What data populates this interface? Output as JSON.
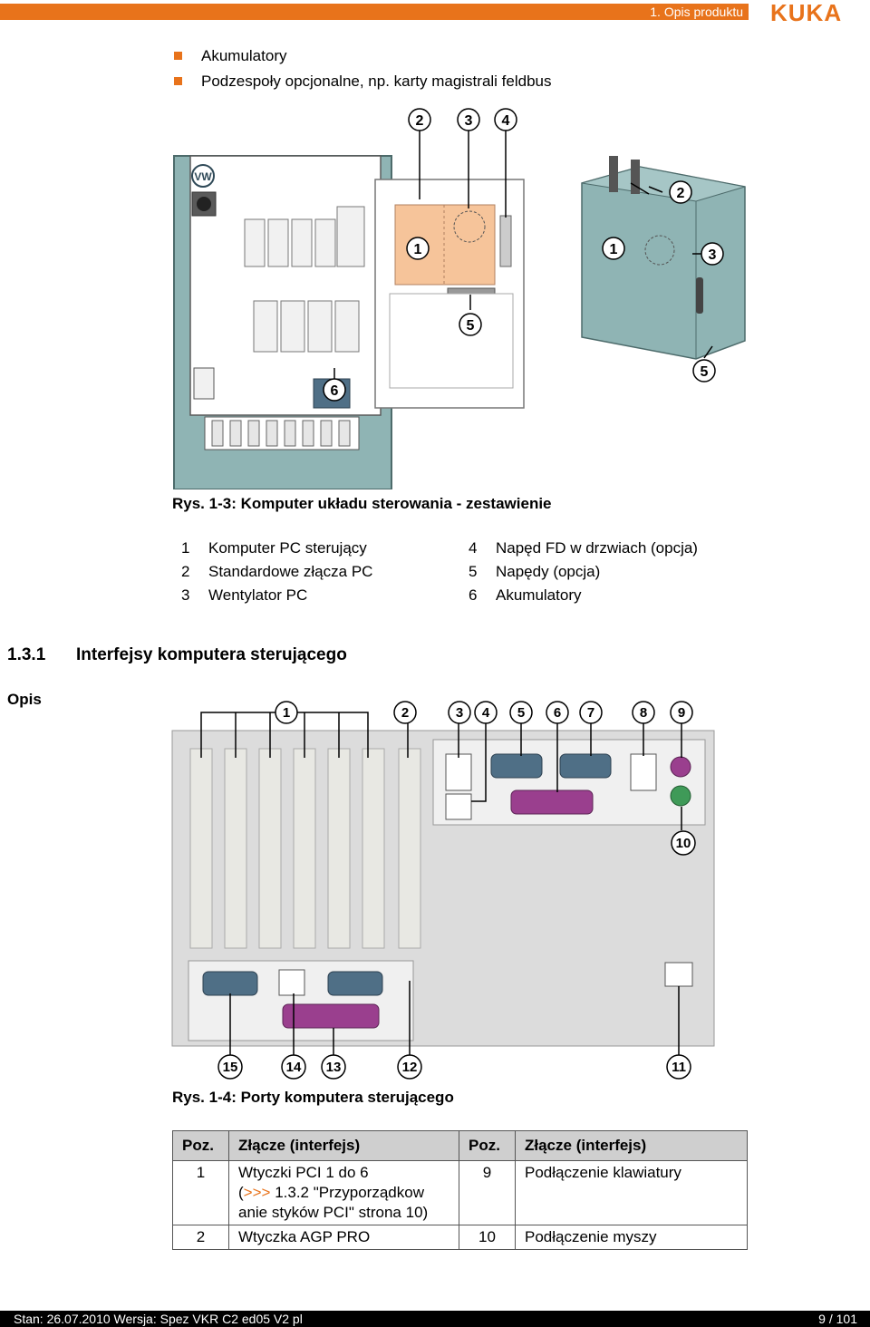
{
  "header": {
    "section": "1. Opis produktu",
    "logo_text": "KUKA"
  },
  "bullets": [
    "Akumulatory",
    "Podzespoły opcjonalne, np. karty magistrali feldbus"
  ],
  "figure1": {
    "caption": "Rys. 1-3: Komputer układu sterowania - zestawienie",
    "callouts": {
      "n1": "1",
      "n2": "2",
      "n3": "3",
      "n4": "4",
      "n5": "5",
      "n6": "6"
    }
  },
  "legend": [
    {
      "num": "1",
      "text": "Komputer PC sterujący"
    },
    {
      "num": "2",
      "text": "Standardowe złącza PC"
    },
    {
      "num": "3",
      "text": "Wentylator PC"
    },
    {
      "num": "4",
      "text": "Napęd FD w drzwiach (opcja)"
    },
    {
      "num": "5",
      "text": "Napędy (opcja)"
    },
    {
      "num": "6",
      "text": "Akumulatory"
    }
  ],
  "section": {
    "number": "1.3.1",
    "title": "Interfejsy komputera sterującego",
    "side_label": "Opis"
  },
  "figure2": {
    "caption": "Rys. 1-4: Porty komputera sterującego",
    "callouts": {
      "n1": "1",
      "n2": "2",
      "n3": "3",
      "n4": "4",
      "n5": "5",
      "n6": "6",
      "n7": "7",
      "n8": "8",
      "n9": "9",
      "n10": "10",
      "n11": "11",
      "n12": "12",
      "n13": "13",
      "n14": "14",
      "n15": "15"
    }
  },
  "table": {
    "headers": [
      "Poz.",
      "Złącze (interfejs)",
      "Poz.",
      "Złącze (interfejs)"
    ],
    "rows": [
      {
        "p1": "1",
        "c1_prefix": "Wtyczki PCI 1 do 6",
        "c1_link": ">>>",
        "c1_suffix": " 1.3.2 \"Przyporządkow anie styków PCI\" strona 10)",
        "p2": "9",
        "c2": "Podłączenie klawiatury"
      },
      {
        "p1": "2",
        "c1": "Wtyczka AGP PRO",
        "p2": "10",
        "c2": "Podłączenie myszy"
      }
    ]
  },
  "footer": {
    "left": "Stan: 26.07.2010 Wersja: Spez VKR C2 ed05 V2 pl",
    "right": "9 / 101"
  },
  "colors": {
    "accent": "#e8731b",
    "cabinet": "#8fb4b4",
    "drive": "#f6c49a",
    "connector": "#4f6f86",
    "parallel": "#9a3f8e"
  }
}
